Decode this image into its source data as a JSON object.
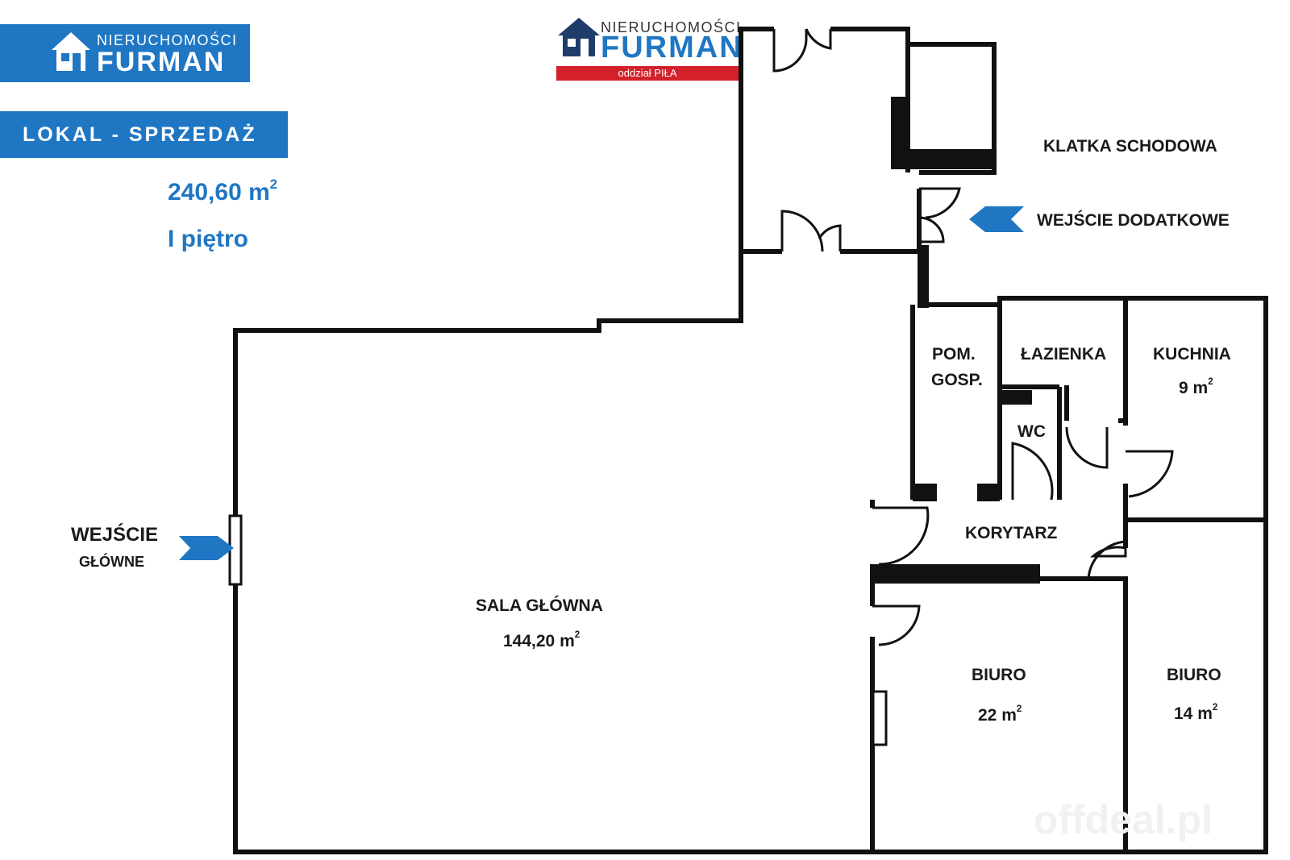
{
  "brand": {
    "name_small": "NIERUCHOMOŚCI",
    "name_big": "FURMAN",
    "branch": "oddział PIŁA",
    "color": "#1f77c4",
    "branch_color": "#d3202a"
  },
  "listing": {
    "type_label": "LOKAL - SPRZEDAŻ",
    "area_value": "240,60 m",
    "area_sup": "2",
    "floor": "I piętro"
  },
  "rooms": {
    "sala": {
      "name": "SALA GŁÓWNA",
      "area": "144,20 m",
      "sup": "2"
    },
    "pom": {
      "line1": "POM.",
      "line2": "GOSP."
    },
    "lazienka": {
      "name": "ŁAZIENKA"
    },
    "wc": {
      "name": "WC"
    },
    "kuchnia": {
      "name": "KUCHNIA",
      "area": "9 m",
      "sup": "2"
    },
    "korytarz": {
      "name": "KORYTARZ"
    },
    "biuro1": {
      "name": "BIURO",
      "area": "22 m",
      "sup": "2"
    },
    "biuro2": {
      "name": "BIURO",
      "area": "14 m",
      "sup": "2"
    },
    "klatka": {
      "name": "KLATKA SCHODOWA"
    }
  },
  "entrances": {
    "main_line1": "WEJŚCIE",
    "main_line2": "GŁÓWNE",
    "extra": "WEJŚCIE DODATKOWE"
  },
  "watermark": "offdeal.pl",
  "icons": [
    "house-icon",
    "arrow-right-icon",
    "arrow-left-icon"
  ]
}
